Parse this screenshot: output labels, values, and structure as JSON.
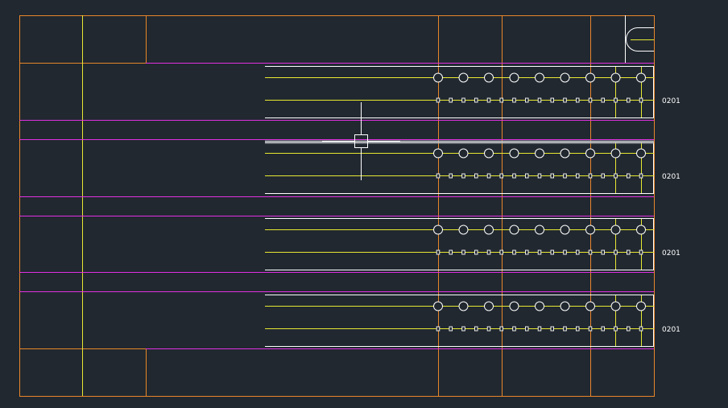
{
  "colors": {
    "background": "#212830",
    "frame_lines": "#e8862a",
    "channel_lines": "#e030e0",
    "rail_lines": "#e8e832",
    "part_outline": "#ffffff",
    "label_text": "#ffffff",
    "cursor": "#ffffff",
    "highlight": "#b8bcc0"
  },
  "strips": [
    {
      "label": "0201",
      "hole_count": 9,
      "pocket_count": 17,
      "highlighted": false
    },
    {
      "label": "0201",
      "hole_count": 9,
      "pocket_count": 17,
      "highlighted": true
    },
    {
      "label": "0201",
      "hole_count": 9,
      "pocket_count": 17,
      "highlighted": false
    },
    {
      "label": "0201",
      "hole_count": 9,
      "pocket_count": 17,
      "highlighted": false
    }
  ],
  "icons": {
    "cursor": "crosshair-pickbox-icon",
    "corner": "slot-tab-icon"
  }
}
